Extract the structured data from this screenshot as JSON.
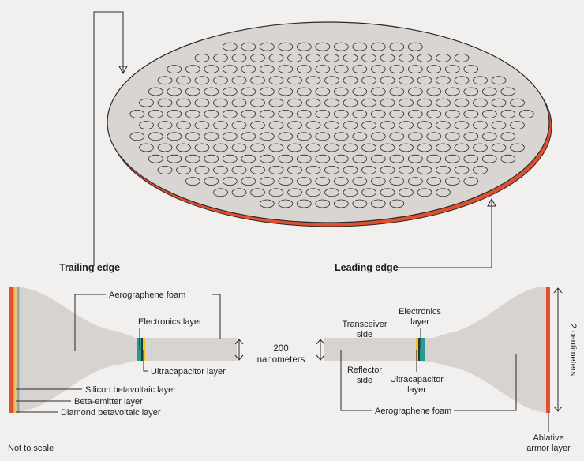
{
  "colors": {
    "background": "#f1f0ee",
    "sail": "#d9d5d2",
    "foam": "#d7d3d0",
    "edge_red": "#e0502e",
    "outline": "#2a2a2a",
    "electronics_teal": "#2c9a8c",
    "electronics_dark": "#1f3b3a",
    "ultracap_yellow": "#f2c12e",
    "beta_orange": "#f0a035",
    "beta_tan": "#e6c58a"
  },
  "top_view": {
    "trailing_edge_label": "Trailing edge",
    "leading_edge_label": "Leading edge"
  },
  "cross_section": {
    "left": {
      "aerographene_label": "Aerographene foam",
      "electronics_label": "Electronics layer",
      "ultracapacitor_label": "Ultracapacitor layer",
      "silicon_label": "Silicon betavoltaic layer",
      "beta_emitter_label": "Beta-emitter layer",
      "diamond_label": "Diamond betavoltaic layer"
    },
    "middle": {
      "thickness_value": "200",
      "thickness_unit": "nanometers"
    },
    "right": {
      "electronics_label_line1": "Electronics",
      "electronics_label_line2": "layer",
      "transceiver_line1": "Transceiver",
      "transceiver_line2": "side",
      "reflector_line1": "Reflector",
      "reflector_line2": "side",
      "ultracap_line1": "Ultracapacitor",
      "ultracap_line2": "layer",
      "aerographene_label": "Aerographene foam",
      "height_label": "2 centimeters",
      "ablative_line1": "Ablative",
      "ablative_line2": "armor layer"
    }
  },
  "footnote": "Not to scale"
}
